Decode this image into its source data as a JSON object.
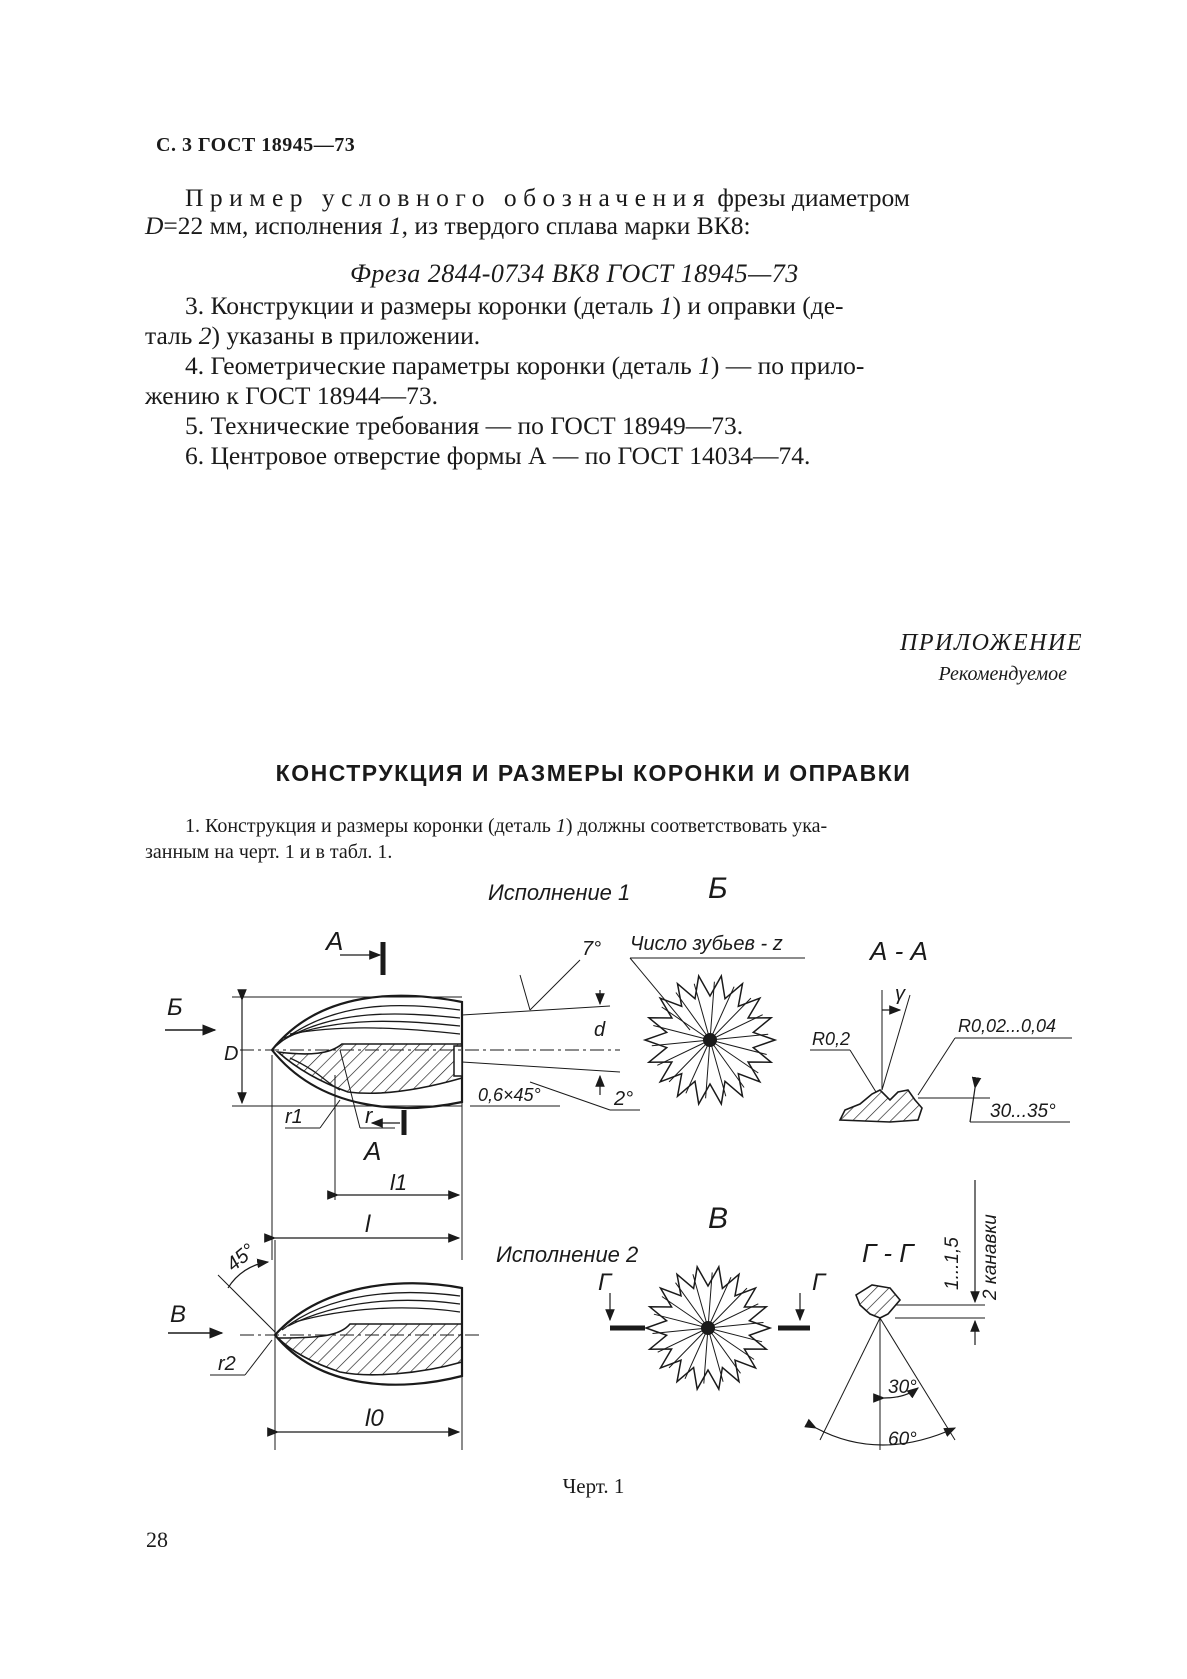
{
  "header": {
    "text": "С. 3 ГОСТ 18945—73"
  },
  "example": {
    "line1_spaced": "Пример условного обозначения",
    "line1_rest": " фрезы диаметром",
    "line2_d": "D",
    "line2_a": "=22 мм, исполнения ",
    "line2_num": "1",
    "line2_b": ", из твердого сплава марки ВК8:",
    "designation": "Фреза 2844-0734 ВК8 ГОСТ 18945—73"
  },
  "items": {
    "p3_a": "3. Конструкции и размеры коронки  (деталь ",
    "p3_n1": "1",
    "p3_b": ") и оправки (де-",
    "p3_c": "таль ",
    "p3_n2": "2",
    "p3_d": ") указаны в приложении.",
    "p4_a": "4. Геометрические параметры коронки (деталь ",
    "p4_n": "1",
    "p4_b": ") — по прило-",
    "p4_c": "жению к ГОСТ 18944—73.",
    "p5": "5. Технические требования — по ГОСТ 18949—73.",
    "p6": "6. Центровое отверстие формы А — по ГОСТ 14034—74."
  },
  "appendix": {
    "title": "ПРИЛОЖЕНИЕ",
    "subtitle": "Рекомендуемое"
  },
  "section": {
    "title": "КОНСТРУКЦИЯ И РАЗМЕРЫ КОРОНКИ И ОПРАВКИ",
    "p1_a": "1. Конструкция и размеры коронки (деталь ",
    "p1_n": "1",
    "p1_b": ") должны соответствовать ука-",
    "p1_c": "занным на черт. 1 и в табл. 1."
  },
  "drawing": {
    "exec1": "Исполнение 1",
    "exec2": "Исполнение 2",
    "view_b": "Б",
    "view_v": "В",
    "section_aa": "А - А",
    "section_gg": "Г - Г",
    "teeth": "Число зубьев - z",
    "mark_a": "А",
    "mark_g": "Г",
    "dim_D": "D",
    "dim_d": "d",
    "dim_r": "r",
    "dim_r1": "r1",
    "dim_r2": "r2",
    "dim_l": "l",
    "dim_l1": "l1",
    "dim_l0": "l0",
    "angle_7": "7°",
    "angle_2": "2°",
    "chamfer": "0,6×45°",
    "angle_45": "45°",
    "gamma": "γ",
    "r02": "R0,2",
    "r002": "R0,02...0,04",
    "ang_30_35": "30...35°",
    "dim_1_15": "1...1,5",
    "grooves": "2 канавки",
    "ang_30": "30°",
    "ang_60": "60°"
  },
  "caption": "Черт. 1",
  "page_number": "28"
}
